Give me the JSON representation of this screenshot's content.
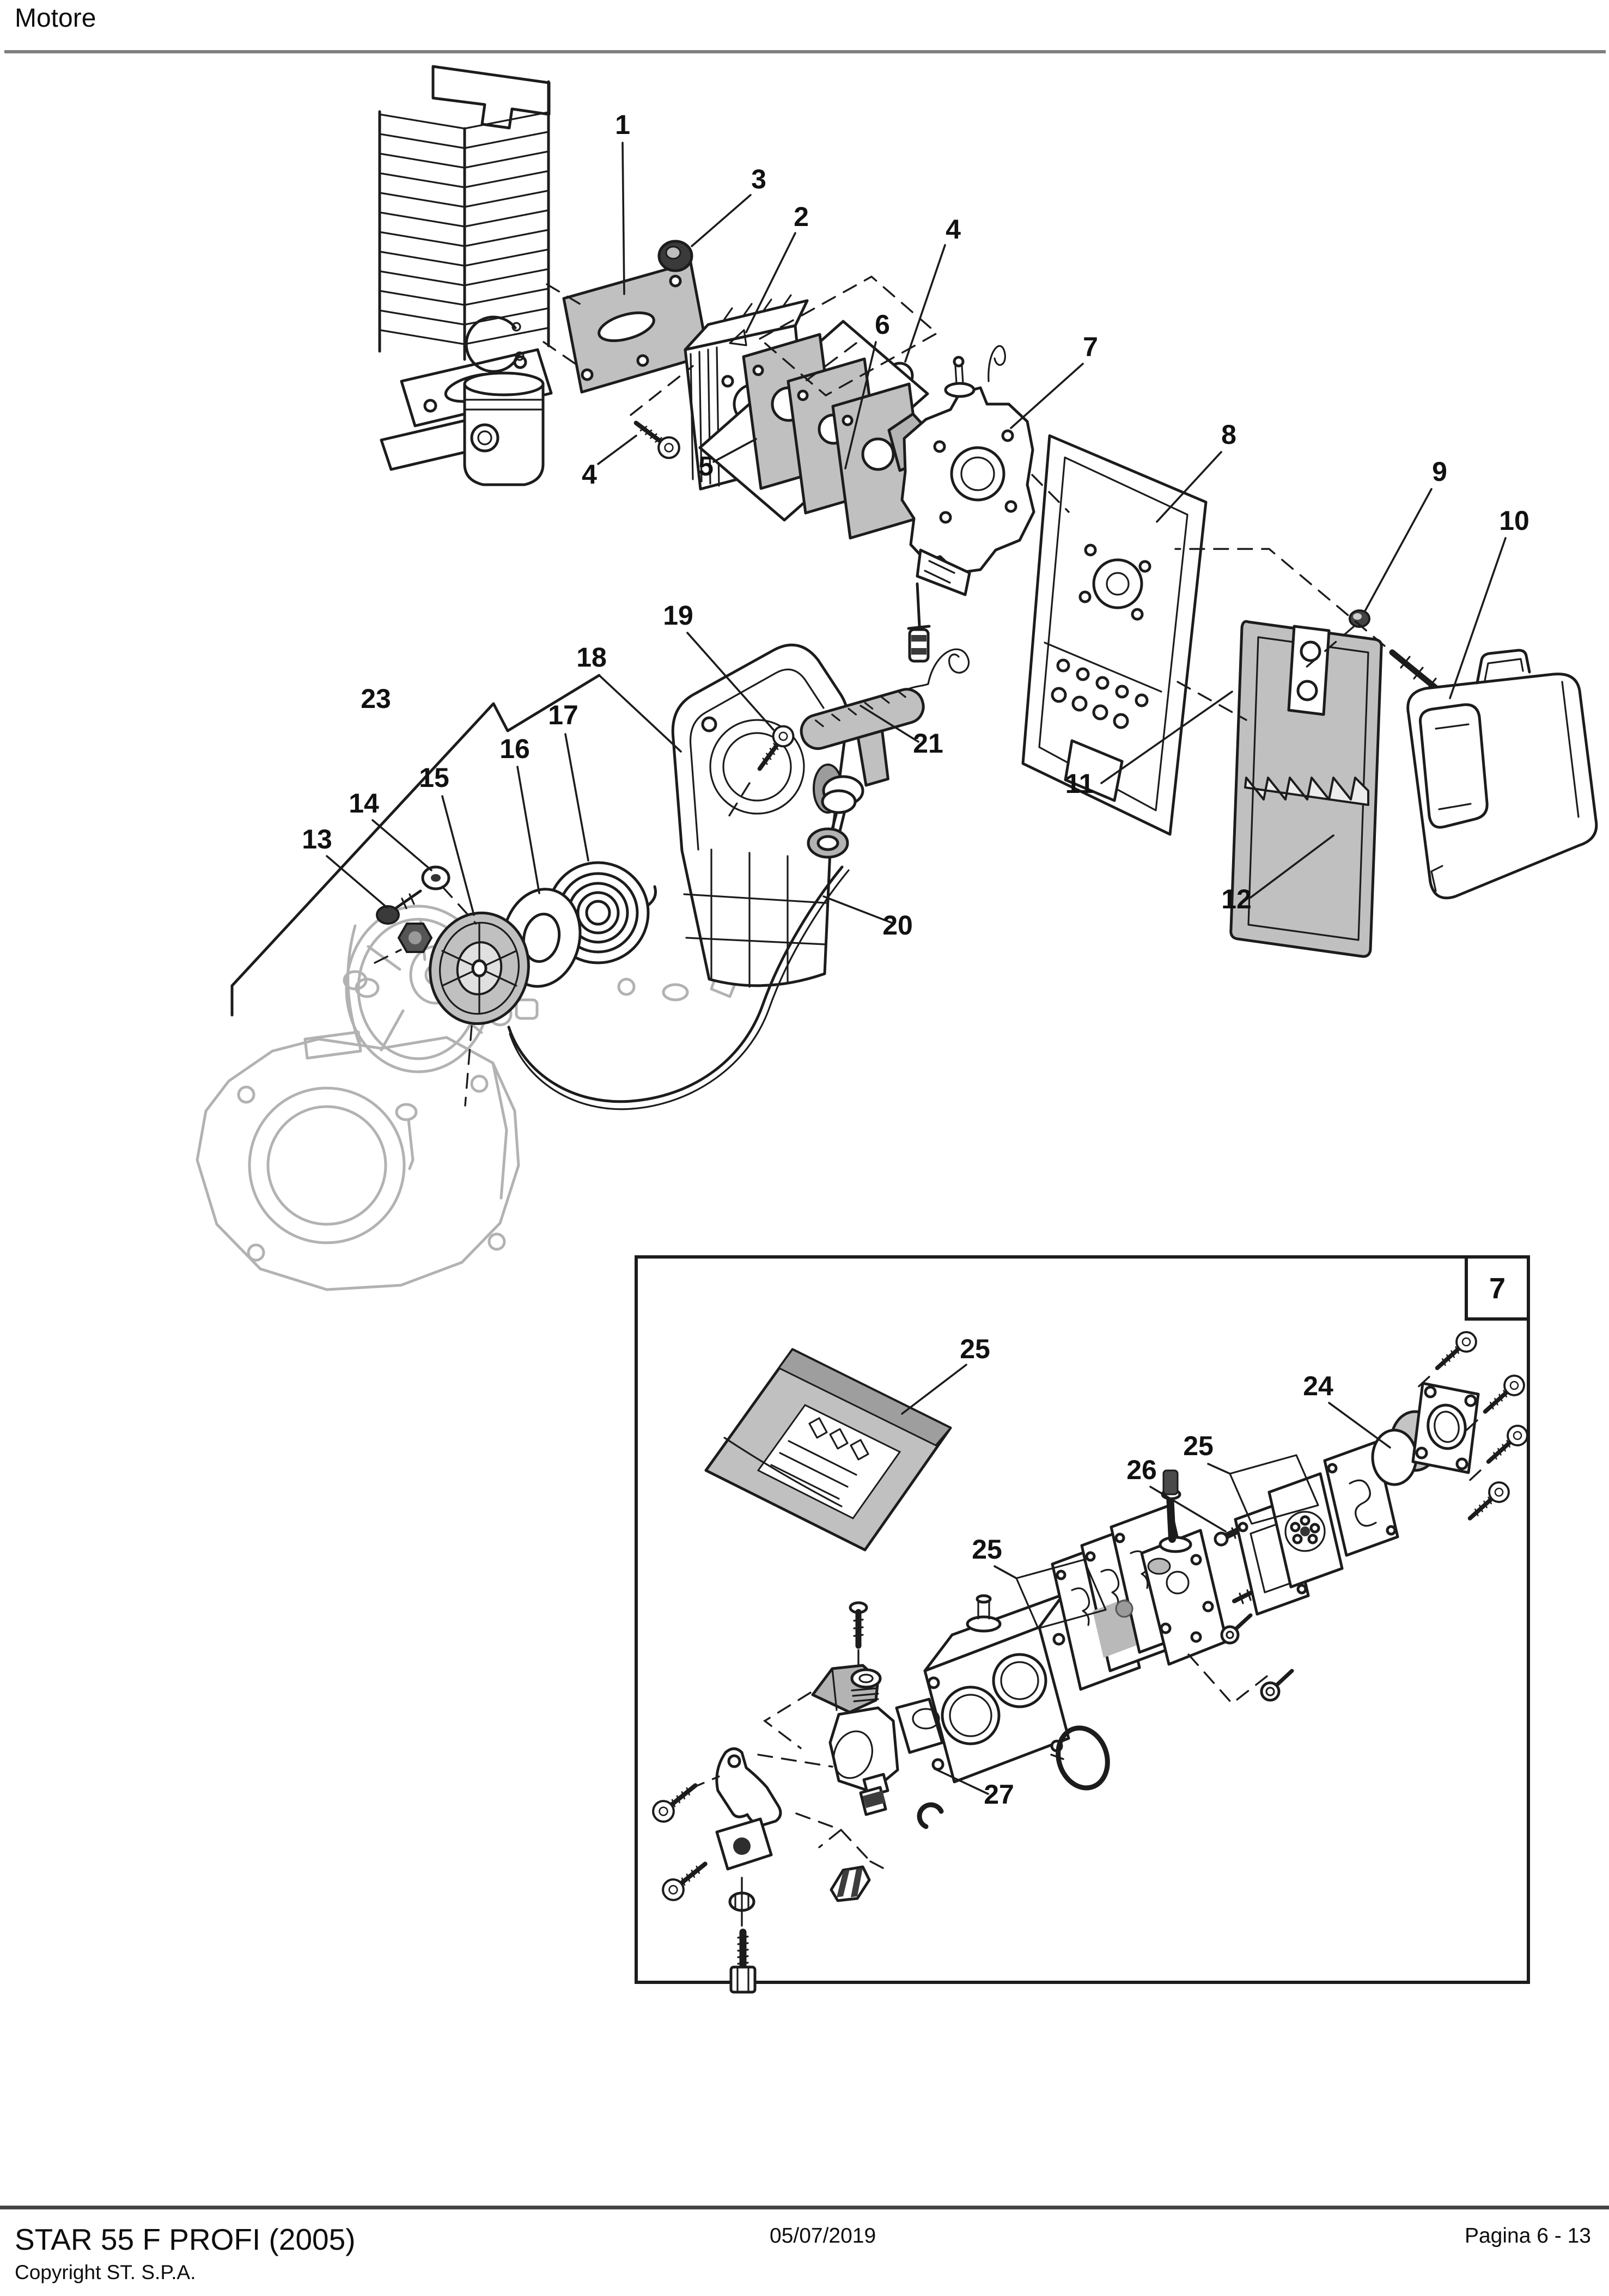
{
  "page": {
    "title": "Motore",
    "footer": {
      "model": "STAR 55 F  PROFI (2005)",
      "copyright": "Copyright ST. S.P.A.",
      "date": "05/07/2019",
      "page_label": "Pagina 6 - 13"
    }
  },
  "colors": {
    "line": "#1c1c1c",
    "faded_part_line": "#b2b2b2",
    "gasket_fill": "#c0c0c0",
    "rule_top": "#7f7f7f",
    "rule_bottom": "#454545",
    "background": "#ffffff"
  },
  "main_diagram": {
    "callouts": {
      "n1": "1",
      "n2": "2",
      "n3": "3",
      "n4a": "4",
      "n4b": "4",
      "n5": "5",
      "n6": "6",
      "n7": "7",
      "n8": "8",
      "n9": "9",
      "n10": "10",
      "n11": "11",
      "n12": "12",
      "n13": "13",
      "n14": "14",
      "n15": "15",
      "n16": "16",
      "n17": "17",
      "n18": "18",
      "n19": "19",
      "n20": "20",
      "n21": "21",
      "n23": "23"
    }
  },
  "inset_diagram": {
    "box_label": "7",
    "callouts": {
      "n24": "24",
      "n25a": "25",
      "n25b": "25",
      "n25c": "25",
      "n26": "26",
      "n27": "27"
    }
  }
}
